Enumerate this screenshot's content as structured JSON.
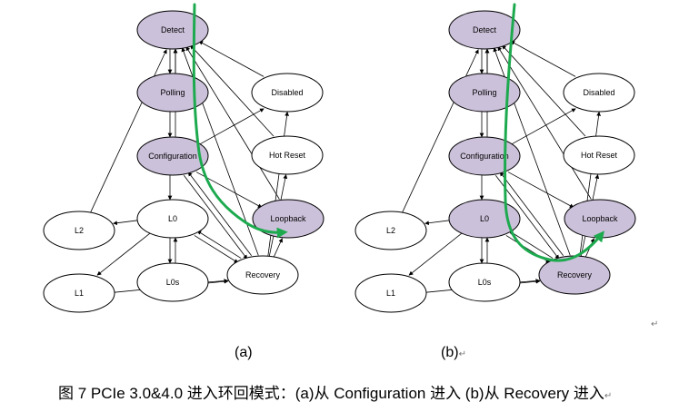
{
  "diagrams": [
    {
      "id": "a",
      "label": "(a)",
      "nodes": [
        {
          "key": "detect",
          "label": "Detect",
          "highlighted": true
        },
        {
          "key": "polling",
          "label": "Polling",
          "highlighted": true
        },
        {
          "key": "configuration",
          "label": "Configuration",
          "highlighted": true
        },
        {
          "key": "l0",
          "label": "L0",
          "highlighted": false
        },
        {
          "key": "l0s",
          "label": "L0s",
          "highlighted": false
        },
        {
          "key": "l1",
          "label": "L1",
          "highlighted": false
        },
        {
          "key": "l2",
          "label": "L2",
          "highlighted": false
        },
        {
          "key": "recovery",
          "label": "Recovery",
          "highlighted": false
        },
        {
          "key": "loopback",
          "label": "Loopback",
          "highlighted": true
        },
        {
          "key": "hotreset",
          "label": "Hot Reset",
          "highlighted": false
        },
        {
          "key": "disabled",
          "label": "Disabled",
          "highlighted": false
        }
      ],
      "path_into_loopback": [
        "detect",
        "configuration",
        "loopback"
      ]
    },
    {
      "id": "b",
      "label": "(b)",
      "nodes": [
        {
          "key": "detect",
          "label": "Detect",
          "highlighted": true
        },
        {
          "key": "polling",
          "label": "Polling",
          "highlighted": true
        },
        {
          "key": "configuration",
          "label": "Configuration",
          "highlighted": true
        },
        {
          "key": "l0",
          "label": "L0",
          "highlighted": true
        },
        {
          "key": "l0s",
          "label": "L0s",
          "highlighted": false
        },
        {
          "key": "l1",
          "label": "L1",
          "highlighted": false
        },
        {
          "key": "l2",
          "label": "L2",
          "highlighted": false
        },
        {
          "key": "recovery",
          "label": "Recovery",
          "highlighted": true
        },
        {
          "key": "loopback",
          "label": "Loopback",
          "highlighted": true
        },
        {
          "key": "hotreset",
          "label": "Hot Reset",
          "highlighted": false
        },
        {
          "key": "disabled",
          "label": "Disabled",
          "highlighted": false
        }
      ],
      "path_into_loopback": [
        "detect",
        "configuration",
        "l0",
        "recovery",
        "loopback"
      ]
    }
  ],
  "edges": [
    [
      "detect",
      "polling"
    ],
    [
      "polling",
      "detect"
    ],
    [
      "polling",
      "configuration"
    ],
    [
      "configuration",
      "detect"
    ],
    [
      "configuration",
      "l0"
    ],
    [
      "configuration",
      "disabled"
    ],
    [
      "configuration",
      "loopback"
    ],
    [
      "configuration",
      "recovery"
    ],
    [
      "l0",
      "l0s"
    ],
    [
      "l0s",
      "l0"
    ],
    [
      "l0s",
      "recovery"
    ],
    [
      "l0",
      "l1"
    ],
    [
      "l0",
      "l2"
    ],
    [
      "l0",
      "recovery"
    ],
    [
      "recovery",
      "l0"
    ],
    [
      "recovery",
      "configuration"
    ],
    [
      "recovery",
      "detect"
    ],
    [
      "recovery",
      "loopback"
    ],
    [
      "recovery",
      "hotreset"
    ],
    [
      "recovery",
      "disabled"
    ],
    [
      "l1",
      "recovery"
    ],
    [
      "l2",
      "detect"
    ],
    [
      "hotreset",
      "detect"
    ],
    [
      "disabled",
      "detect"
    ],
    [
      "loopback",
      "detect"
    ]
  ],
  "colors": {
    "highlight_fill": "#ccc1da",
    "node_fill": "#ffffff",
    "stroke": "#000000",
    "path_arrow": "#1daa4f"
  },
  "caption": "图 7 PCIe 3.0&4.0 进入环回模式：(a)从 Configuration 进入 (b)从 Recovery 进入",
  "para_mark": "↵"
}
